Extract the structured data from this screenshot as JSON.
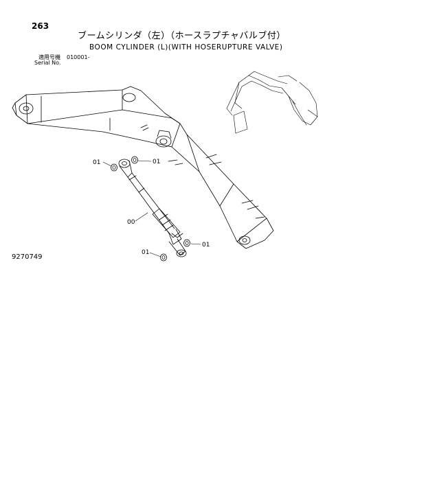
{
  "header": {
    "page_number": "263",
    "title_jp": "ブームシリンダ（左）（ホースラプチャバルブ付）",
    "title_en": "BOOM CYLINDER (L)(WITH HOSERUPTURE VALVE)"
  },
  "applicability": {
    "label_jp": "適用号機",
    "serial_value": "010001-",
    "label_en": "Serial No."
  },
  "drawing_number": "9270749",
  "callouts": [
    "01",
    "01",
    "00",
    "01",
    "01"
  ]
}
